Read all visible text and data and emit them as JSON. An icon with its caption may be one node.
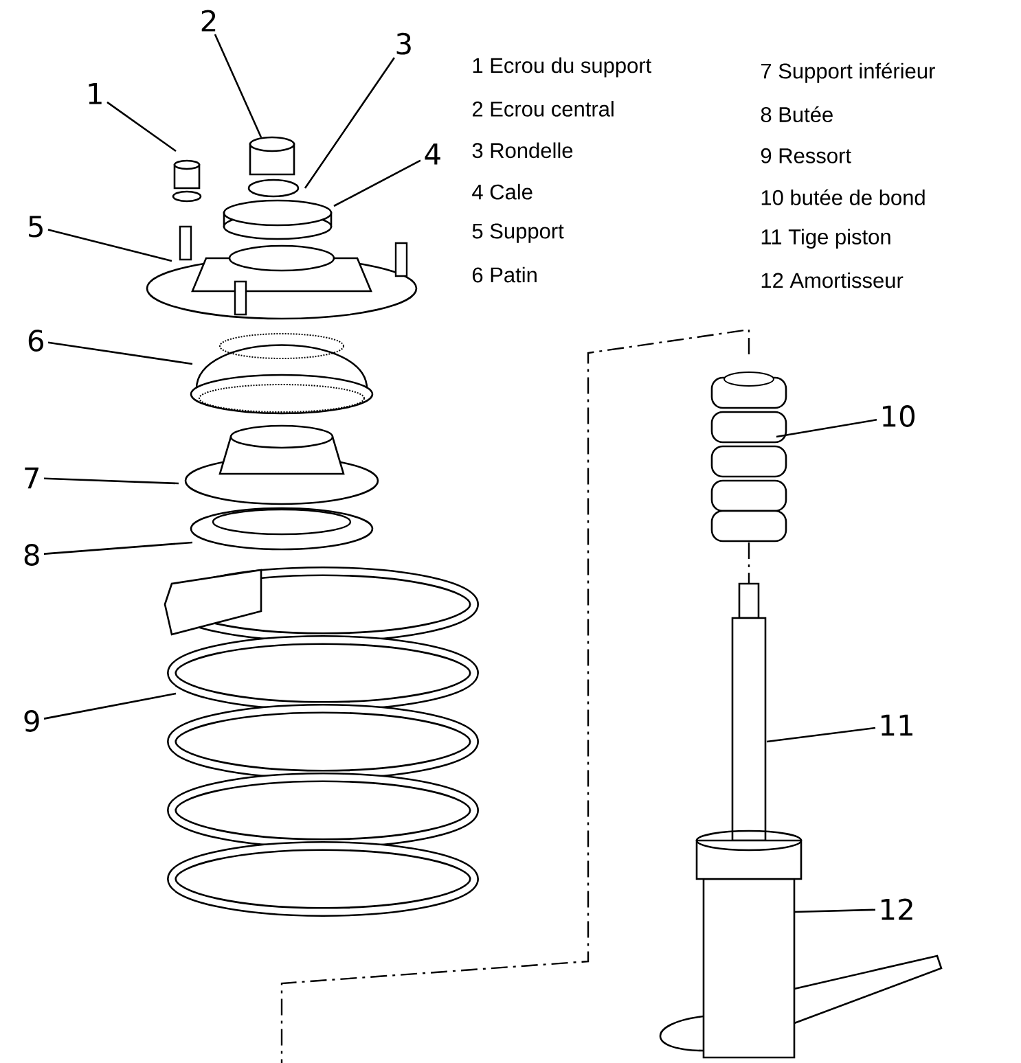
{
  "diagram": {
    "nodes": [
      {
        "text": [
          "1"
        ]
      },
      {
        "text": [
          "2"
        ]
      },
      {
        "text": [
          "3"
        ]
      },
      {
        "text": [
          "4"
        ]
      },
      {
        "text": [
          "5"
        ]
      },
      {
        "text": [
          "6"
        ]
      },
      {
        "text": [
          "7"
        ]
      },
      {
        "text": [
          "8"
        ]
      },
      {
        "text": [
          "9"
        ]
      },
      {
        "text": [
          "10"
        ]
      },
      {
        "text": [
          "11"
        ]
      },
      {
        "text": [
          "12"
        ]
      }
    ],
    "edges": [
      {
        "from": 0,
        "to": null,
        "arrow": "none"
      },
      {
        "from": 1,
        "to": null,
        "arrow": "none"
      },
      {
        "from": 2,
        "to": null,
        "arrow": "none"
      },
      {
        "from": 3,
        "to": null,
        "arrow": "none"
      },
      {
        "from": 4,
        "to": null,
        "arrow": "none"
      },
      {
        "from": 5,
        "to": null,
        "arrow": "none"
      },
      {
        "from": 6,
        "to": null,
        "arrow": "none"
      },
      {
        "from": 7,
        "to": null,
        "arrow": "none"
      },
      {
        "from": 8,
        "to": null,
        "arrow": "none"
      },
      {
        "from": 9,
        "to": null,
        "arrow": "none"
      },
      {
        "from": 10,
        "to": null,
        "arrow": "none"
      },
      {
        "from": 11,
        "to": null,
        "arrow": "none"
      }
    ],
    "labels": [
      "1 Ecrou du support",
      "7 Support inférieur",
      "2 Ecrou central",
      "8 Butée",
      "3 Rondelle",
      "9 Ressort",
      "4 Cale",
      "10 butée de bond",
      "5 Support",
      "11 Tige piston",
      "6 Patin",
      "12 Amortisseur"
    ]
  }
}
